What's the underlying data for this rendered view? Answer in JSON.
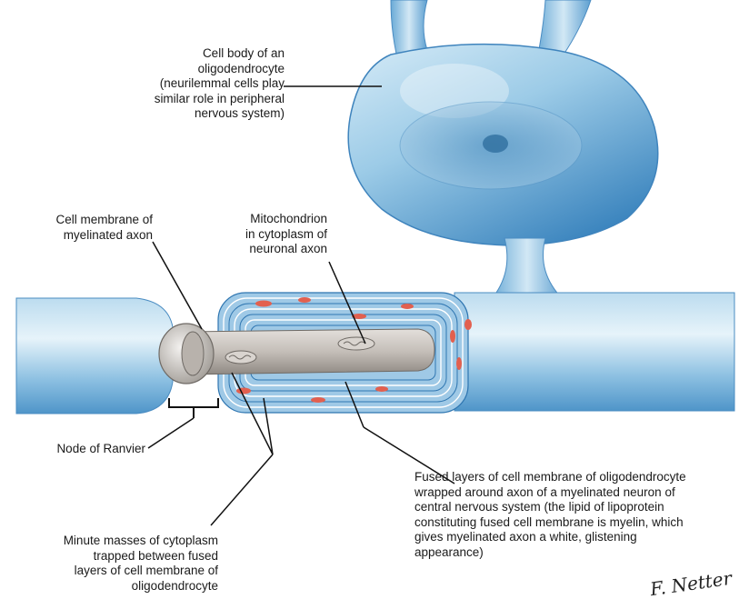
{
  "labels": {
    "cell_body": "Cell body of an\noligodendrocyte\n(neurilemmal cells play\nsimilar role  in peripheral\nnervous system)",
    "cell_membrane": "Cell membrane of\nmyelinated axon",
    "mitochondrion": "Mitochondrion\nin cytoplasm of\nneuronal axon",
    "node_of_ranvier": "Node of Ranvier",
    "fused_layers": "Fused layers of cell membrane of oligodendrocyte\nwrapped around axon of a myelinated neuron of\ncentral nervous system (the lipid of lipoprotein\nconstituting fused cell membrane is myelin, which\ngives myelinated axon a white, glistening\nappearance)",
    "minute_masses": "Minute masses of cytoplasm\ntrapped between fused\nlayers of cell membrane of\noligodendrocyte"
  },
  "signature": "F. Netter",
  "colors": {
    "membrane_blue": "#5fa6d2",
    "membrane_light": "#cfe6f3",
    "axon_grey": "#c9c4bf",
    "cytoplasm_red": "#e2604f"
  }
}
